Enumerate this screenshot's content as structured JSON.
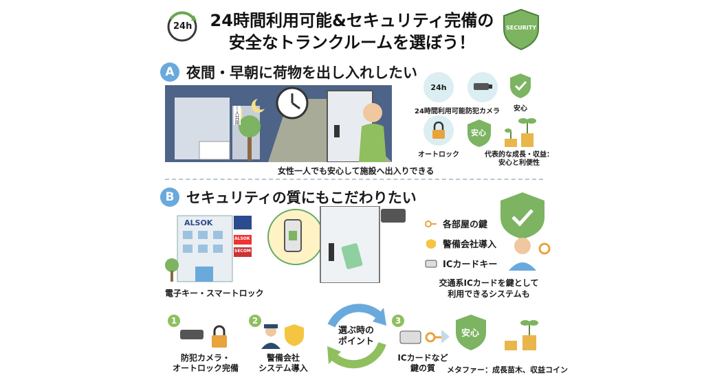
{
  "header": {
    "title_line1": "24時間利用可能&セキュリティ完備の",
    "title_line2": "安全なトランクルームを選ぼう！",
    "clock_label": "24h",
    "shield_label": "SECURITY"
  },
  "section_a": {
    "badge": "A",
    "title": "夜間・早朝に荷物を出し入れしたい",
    "sign_text": "ー人共用",
    "caption": "女性一人でも安心して施設へ出入りできる",
    "features": [
      {
        "label": "24時間利用可能",
        "icon": "24h-clock-icon"
      },
      {
        "label": "防犯カメラ",
        "icon": "camera-icon"
      },
      {
        "label": "安心",
        "icon": "shield-check-icon"
      },
      {
        "label": "オートロック",
        "icon": "lock-icon"
      },
      {
        "label": "安心",
        "icon": "shield-icon"
      },
      {
        "label": "代表的な成長・収益：安心と利便性",
        "icon": "plant-coin-icon"
      }
    ],
    "clock_text": "24h",
    "shield_text": "安心",
    "growth_line1": "代表的な成長・収益：",
    "growth_line2": "安心と利便性"
  },
  "section_b": {
    "badge": "B",
    "title": "セキュリティの質にもこだわりたい",
    "building_caption": "電子キー・スマートロック",
    "brands": [
      "ALSOK",
      "ALSOK",
      "SECOM"
    ],
    "list": [
      "各部屋の鍵",
      "警備会社導入",
      "ICカードキー"
    ],
    "ic_caption_line1": "交通系ICカードを鍵として",
    "ic_caption_line2": "利用できるシステムも"
  },
  "points": {
    "center_line1": "選ぶ時の",
    "center_line2": "ポイント",
    "items": [
      {
        "num": "1",
        "line1": "防犯カメラ・",
        "line2": "オートロック完備"
      },
      {
        "num": "2",
        "line1": "警備会社",
        "line2": "システム導入"
      },
      {
        "num": "3",
        "line1": "ICカードなど",
        "line2": "鍵の質"
      }
    ],
    "shield_text": "安心",
    "metaphor": "メタファー：成長苗木、収益コイン"
  },
  "colors": {
    "accent_blue": "#6aa9dc",
    "green": "#8fbf5e",
    "navy": "#2c4a6e",
    "night": "#4d6387",
    "teal": "#dbeef2"
  }
}
